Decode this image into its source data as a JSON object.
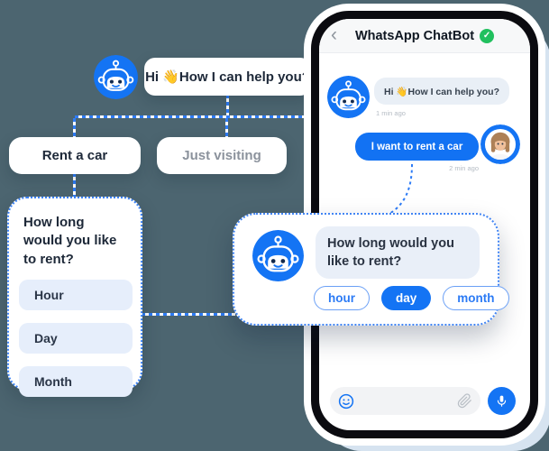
{
  "colors": {
    "background": "#4c6570",
    "primary_blue": "#1474f4",
    "user_bubble_blue": "#1272f3",
    "dashed_line_blue": "#2e7cf6",
    "badge_green": "#21c05e",
    "light_bubble": "#e9eff6",
    "light_row": "#e6eefb"
  },
  "flow": {
    "greeting": "Hi 👋How I can help you?",
    "option_rent": "Rent a car",
    "option_visiting": "Just visiting",
    "question": {
      "title": "How long would you like to rent?",
      "options": [
        "Hour",
        "Day",
        "Month"
      ]
    }
  },
  "phone": {
    "header": {
      "back_icon": "‹",
      "title": "WhatsApp ChatBot",
      "verified_check": "✓"
    },
    "messages": [
      {
        "from": "bot",
        "text": "Hi 👋How I can help you?",
        "time": "1 min ago"
      },
      {
        "from": "user",
        "text": "I want to rent a car",
        "time": "2 min ago"
      }
    ]
  },
  "overlay": {
    "question": "How long would you like to rent?",
    "pills": [
      {
        "label": "hour",
        "active": false
      },
      {
        "label": "day",
        "active": true
      },
      {
        "label": "month",
        "active": false
      }
    ]
  }
}
